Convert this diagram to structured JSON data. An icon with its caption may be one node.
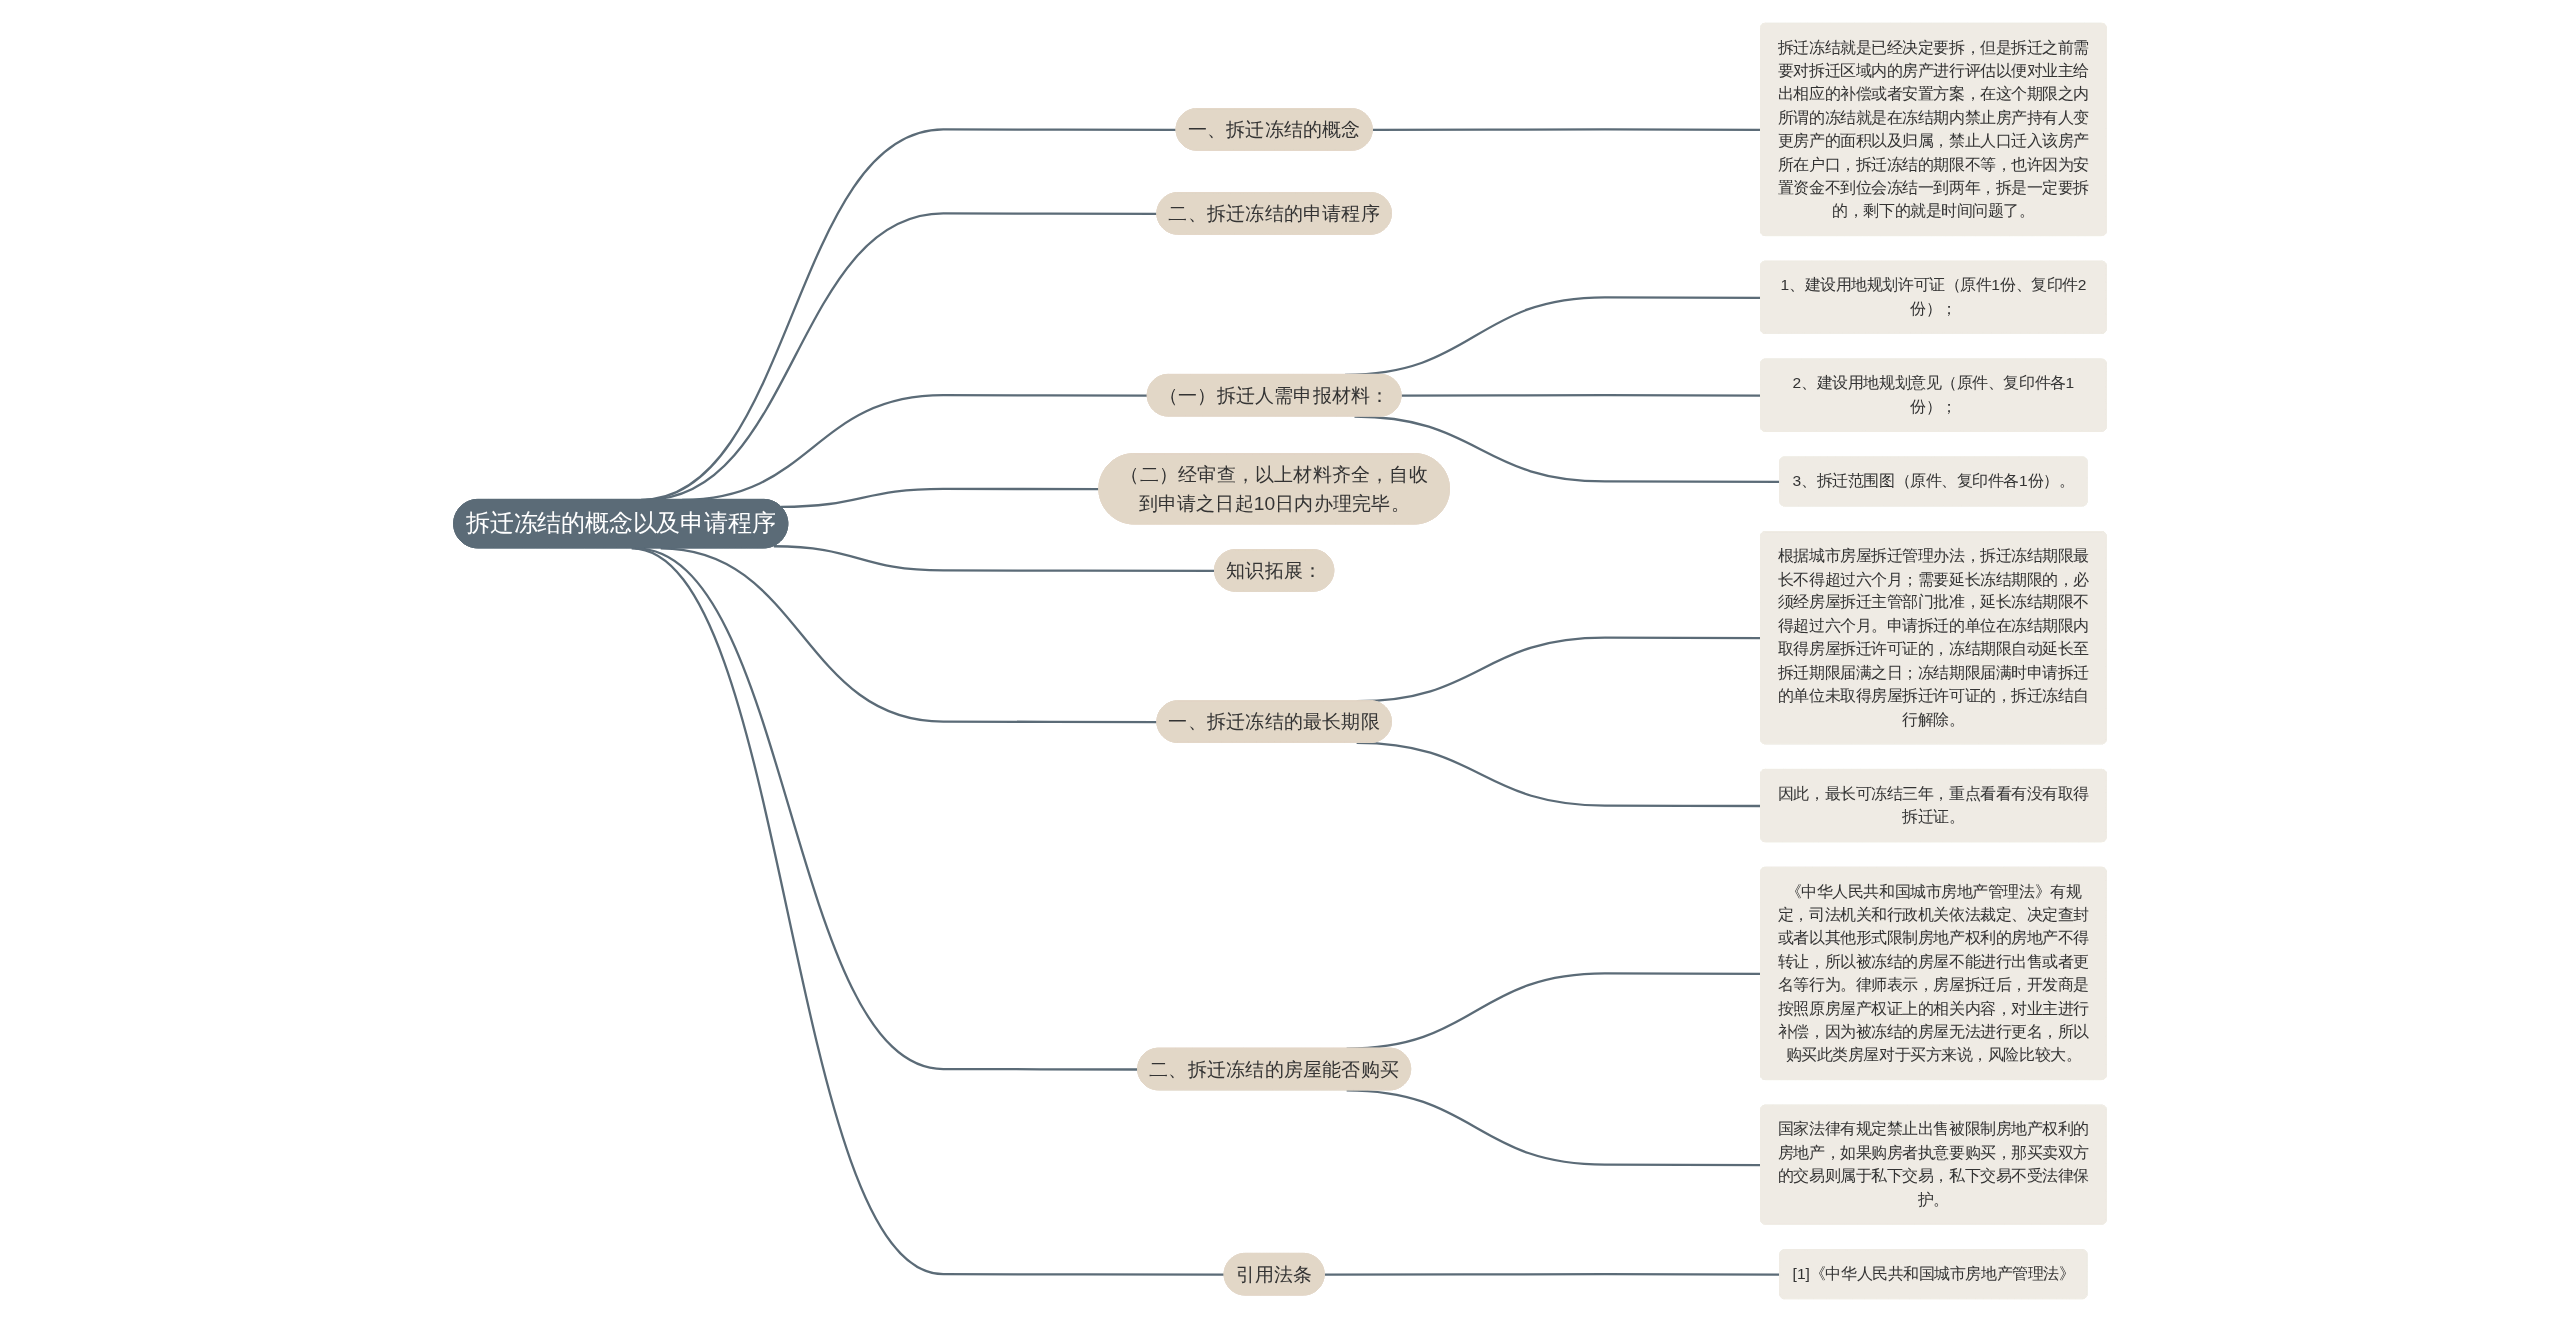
{
  "diagram": {
    "nodes": [
      {
        "text": [
          "拆迁冻结的概念以及申请程序"
        ]
      },
      {
        "text": [
          "一、拆迁冻结的概念"
        ]
      },
      {
        "text": [
          "拆迁冻结就是已经决定要拆，但是拆迁之前需要对拆迁区域内的房产进行评估以便对业主给出相应的补偿或者安置方案，在这个期限之内所谓的冻结就是在冻结期内禁止房产持有人变更房产的面积以及归属，禁止人口迁入该房产所在户口，拆迁冻结的期限不等，也许因为安置资金不到位会冻结一到两年，拆是一定要拆的，剩下的就是时间问题了。"
        ]
      },
      {
        "text": [
          "二、拆迁冻结的申请程序"
        ]
      },
      {
        "text": [
          "（一）拆迁人需申报材料："
        ]
      },
      {
        "text": [
          "1、建设用地规划许可证（原件1份、复印件2份）；"
        ]
      },
      {
        "text": [
          "2、建设用地规划意见（原件、复印件各1份）；"
        ]
      },
      {
        "text": [
          "3、拆迁范围图（原件、复印件各1份）。"
        ]
      },
      {
        "text": [
          "（二）经审查，以上材料齐全，自收到申请之日起10日内办理完毕。"
        ]
      },
      {
        "text": [
          "知识拓展："
        ]
      },
      {
        "text": [
          "一、拆迁冻结的最长期限"
        ]
      },
      {
        "text": [
          "根据城市房屋拆迁管理办法，拆迁冻结期限最长不得超过六个月；需要延长冻结期限的，必须经房屋拆迁主管部门批准，延长冻结期限不得超过六个月。申请拆迁的单位在冻结期限内取得房屋拆迁许可证的，冻结期限自动延长至拆迁期限届满之日；冻结期限届满时申请拆迁的单位未取得房屋拆迁许可证的，拆迁冻结自行解除。"
        ]
      },
      {
        "text": [
          "因此，最长可冻结三年，重点看看有没有取得拆迁证。"
        ]
      },
      {
        "text": [
          "二、拆迁冻结的房屋能否购买"
        ]
      },
      {
        "text": [
          "《中华人民共和国城市房地产管理法》有规定，司法机关和行政机关依法裁定、决定查封或者以其他形式限制房地产权利的房地产不得转让，所以被冻结的房屋不能进行出售或者更名等行为。律师表示，房屋拆迁后，开发商是按照原房屋产权证上的相关内容，对业主进行补偿，因为被冻结的房屋无法进行更名，所以购买此类房屋对于买方来说，风险比较大。"
        ]
      },
      {
        "text": [
          "国家法律有规定禁止出售被限制房地产权利的房地产，如果购房者执意要购买，那买卖双方的交易则属于私下交易，私下交易不受法律保护。"
        ]
      },
      {
        "text": [
          "引用法条"
        ]
      },
      {
        "text": [
          "[1]《中华人民共和国城市房地产管理法》"
        ]
      }
    ],
    "edges": [
      {
        "from": 0,
        "to": 1,
        "arrow": "none"
      },
      {
        "from": 1,
        "to": 2,
        "arrow": "none"
      },
      {
        "from": 0,
        "to": 3,
        "arrow": "none"
      },
      {
        "from": 0,
        "to": 4,
        "arrow": "none"
      },
      {
        "from": 4,
        "to": 5,
        "arrow": "none"
      },
      {
        "from": 4,
        "to": 6,
        "arrow": "none"
      },
      {
        "from": 4,
        "to": 7,
        "arrow": "none"
      },
      {
        "from": 0,
        "to": 8,
        "arrow": "none"
      },
      {
        "from": 0,
        "to": 9,
        "arrow": "none"
      },
      {
        "from": 0,
        "to": 10,
        "arrow": "none"
      },
      {
        "from": 10,
        "to": 11,
        "arrow": "none"
      },
      {
        "from": 10,
        "to": 12,
        "arrow": "none"
      },
      {
        "from": 0,
        "to": 13,
        "arrow": "none"
      },
      {
        "from": 13,
        "to": 14,
        "arrow": "none"
      },
      {
        "from": 13,
        "to": 15,
        "arrow": "none"
      },
      {
        "from": 0,
        "to": 16,
        "arrow": "none"
      },
      {
        "from": 16,
        "to": 17,
        "arrow": "none"
      }
    ]
  }
}
